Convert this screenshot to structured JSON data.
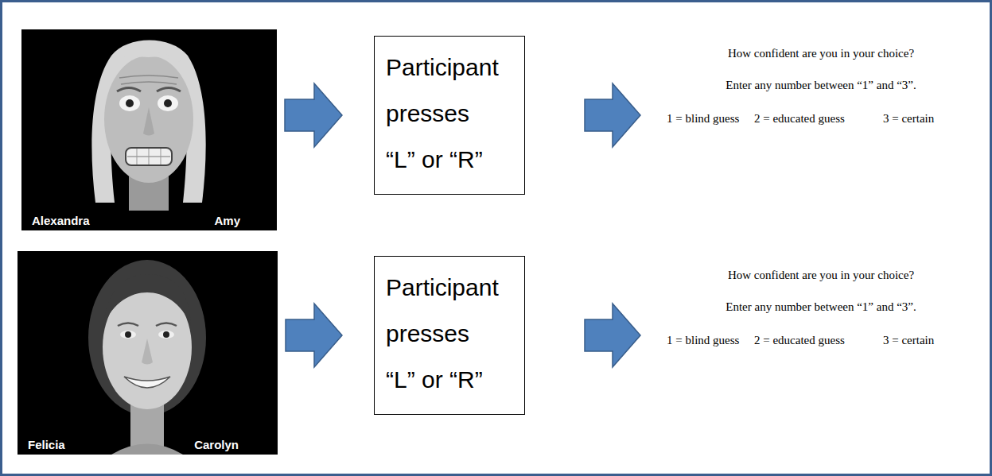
{
  "diagram": {
    "nodes": [
      {
        "text": [
          "Alexandra",
          "Amy"
        ]
      },
      {
        "text": [
          "Participant presses “L” or “R”"
        ]
      },
      {
        "text": [
          "Felicia",
          "Carolyn"
        ]
      },
      {
        "text": [
          "Participant presses “L” or “R”"
        ]
      }
    ],
    "edges": [
      {
        "from": 0,
        "to": 1,
        "arrow": "to"
      },
      {
        "from": 2,
        "to": 3,
        "arrow": "to"
      }
    ],
    "labels": [
      "How confident are you in your choice?",
      "Enter any number between “1” and “3”.",
      "1 = blind guess",
      "2 = educated guess",
      "3 = certain",
      "How confident are you in your choice?",
      "Enter any number between “1” and “3”.",
      "1 = blind guess",
      "2 = educated guess",
      "3 = certain"
    ]
  }
}
